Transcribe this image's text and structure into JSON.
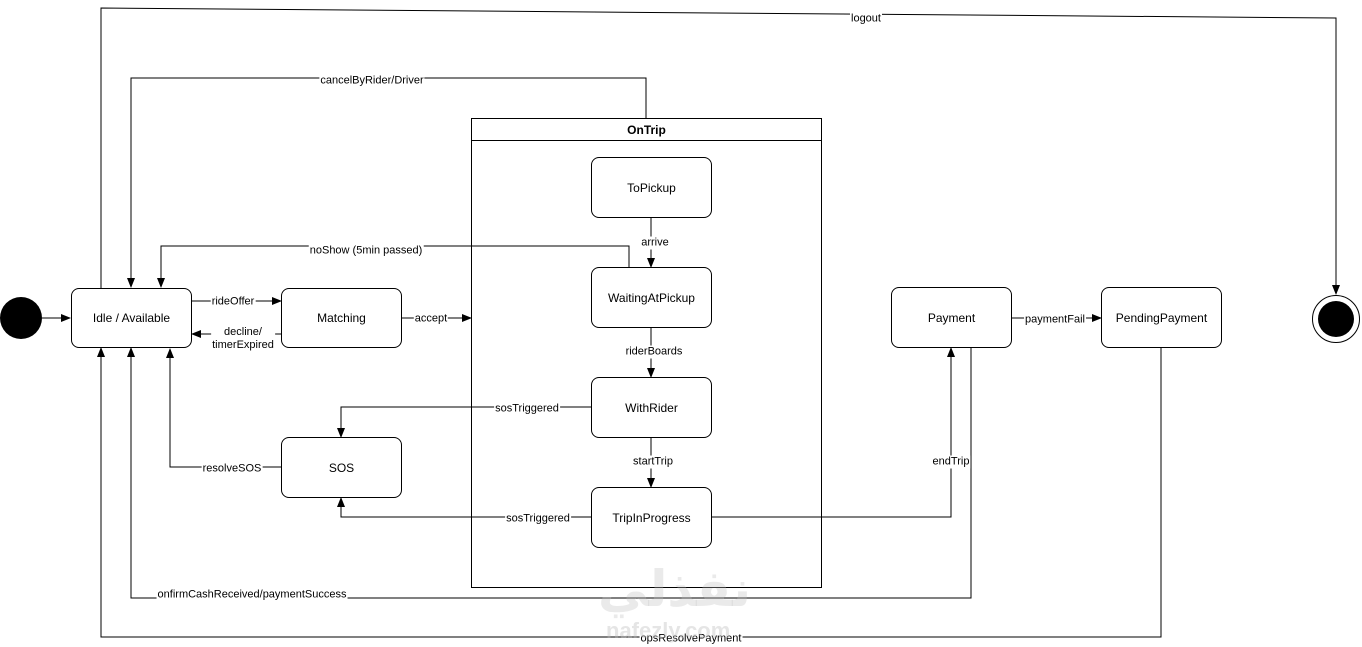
{
  "diagram": {
    "composite": {
      "title": "OnTrip"
    },
    "states": {
      "idle": "Idle / Available",
      "matching": "Matching",
      "sos": "SOS",
      "to_pickup": "ToPickup",
      "waiting_at_pickup": "WaitingAtPickup",
      "with_rider": "WithRider",
      "trip_in_progress": "TripInProgress",
      "payment": "Payment",
      "pending_payment": "PendingPayment"
    },
    "transitions": {
      "logout": "logout",
      "cancel": "cancelByRider/Driver",
      "no_show": "noShow (5min passed)",
      "ride_offer": "rideOffer",
      "decline": "decline/\ntimerExpired",
      "accept": "accept",
      "arrive": "arrive",
      "rider_boards": "riderBoards",
      "sos_triggered_1": "sosTriggered",
      "start_trip": "startTrip",
      "sos_triggered_2": "sosTriggered",
      "resolve_sos": "resolveSOS",
      "end_trip": "endTrip",
      "payment_fail": "paymentFail",
      "confirm_cash": "onfirmCashReceived/paymentSuccess",
      "ops_resolve": "opsResolvePayment"
    },
    "watermark": {
      "main": "نفذلي",
      "sub": "nafezly.com"
    },
    "colors": {
      "line": "#000000",
      "fill": "#ffffff"
    }
  }
}
